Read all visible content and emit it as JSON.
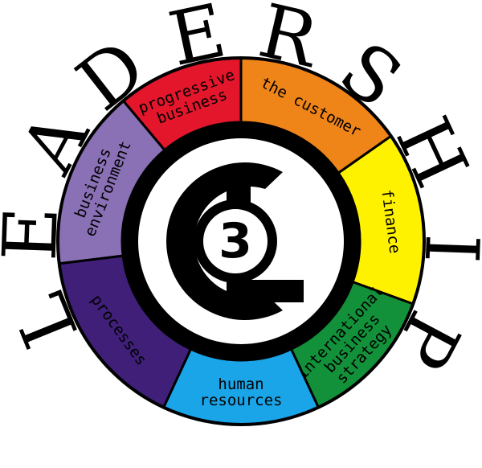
{
  "arc_word": "LEADERSHIP",
  "logo": {
    "mark": "C3L",
    "number": "3"
  },
  "segments": [
    {
      "id": "progressive-business",
      "lines": [
        "progressive",
        "business"
      ],
      "color": "#e3162c"
    },
    {
      "id": "the-customer",
      "lines": [
        "the customer"
      ],
      "color": "#ef8418"
    },
    {
      "id": "finance",
      "lines": [
        "finance"
      ],
      "color": "#fff200"
    },
    {
      "id": "international-business-strategy",
      "lines": [
        "international",
        "business",
        "strategy"
      ],
      "color": "#12913a"
    },
    {
      "id": "human-resources",
      "lines": [
        "human",
        "resources"
      ],
      "color": "#1aa5e8"
    },
    {
      "id": "processes",
      "lines": [
        "processes"
      ],
      "color": "#3f1f78"
    },
    {
      "id": "business-environment",
      "lines": [
        "business",
        "environment"
      ],
      "color": "#8a70b5"
    }
  ]
}
